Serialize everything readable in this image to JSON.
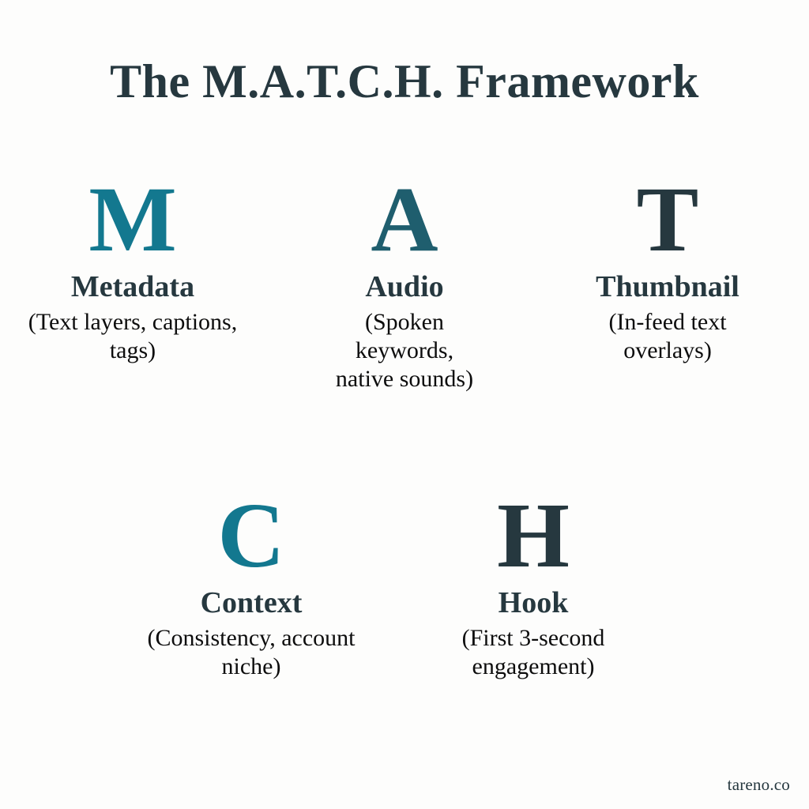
{
  "page": {
    "background_color": "#fdfdfc",
    "title": "The M.A.T.C.H. Framework"
  },
  "colors": {
    "heading_slate": "#26383f",
    "accent_teal_bright": "#13788f",
    "accent_teal_deep": "#1f5e6e",
    "body_text": "#0d0d0d"
  },
  "pillars": [
    {
      "letter": "M",
      "letter_color": "#13788f",
      "label": "Metadata",
      "description": "(Text layers, captions, tags)"
    },
    {
      "letter": "A",
      "letter_color": "#1f5e6e",
      "label": "Audio",
      "description": "(Spoken keywords, native sounds)"
    },
    {
      "letter": "T",
      "letter_color": "#26383f",
      "label": "Thumbnail",
      "description": "(In-feed text overlays)"
    },
    {
      "letter": "C",
      "letter_color": "#13788f",
      "label": "Context",
      "description": "(Consistency, account niche)"
    },
    {
      "letter": "H",
      "letter_color": "#26383f",
      "label": "Hook",
      "description": "(First 3-second engagement)"
    }
  ],
  "watermark": {
    "text": "tareno.co"
  }
}
